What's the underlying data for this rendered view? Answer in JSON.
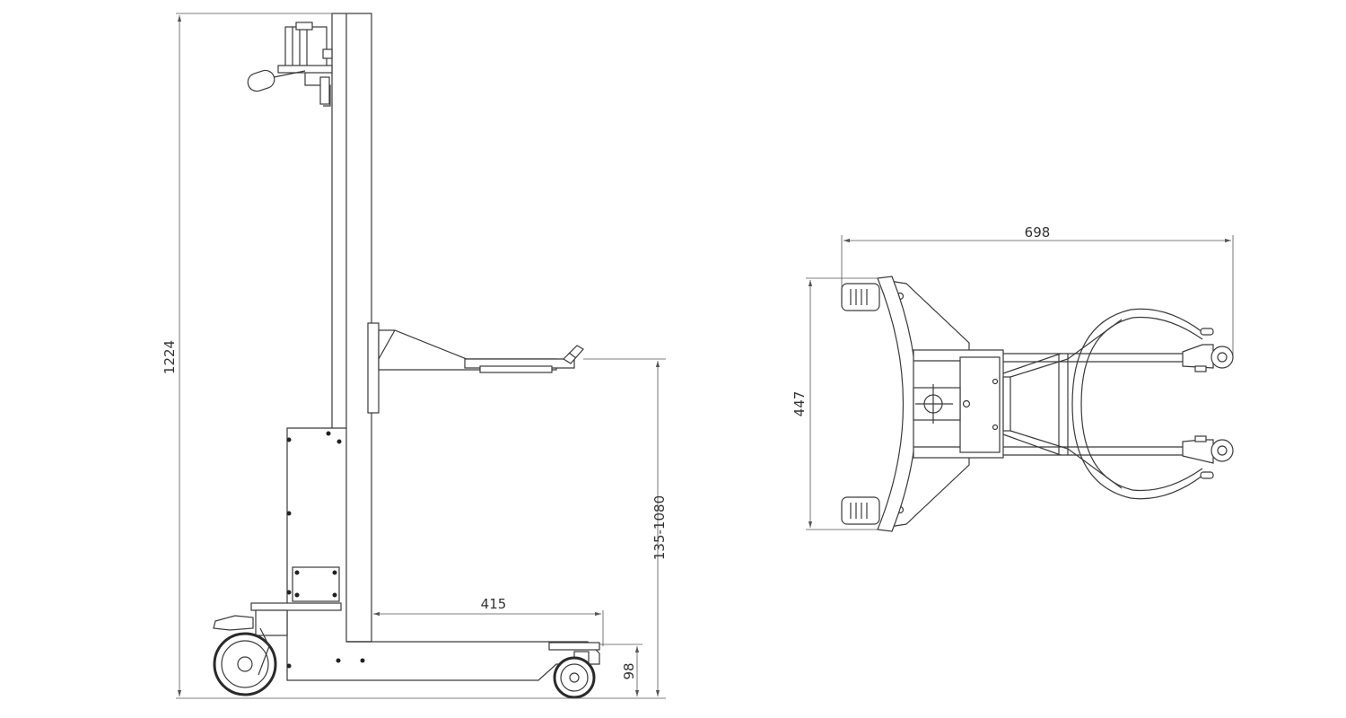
{
  "drawing": {
    "side_view": {
      "overall_height": "1224",
      "lift_range": "135-1080",
      "fork_reach": "415",
      "base_height": "98"
    },
    "top_view": {
      "overall_length": "698",
      "overall_width": "447"
    }
  },
  "colors": {
    "line": "#3a3a3a",
    "dimension_line": "#555555",
    "text": "#333333",
    "background": "#ffffff"
  }
}
